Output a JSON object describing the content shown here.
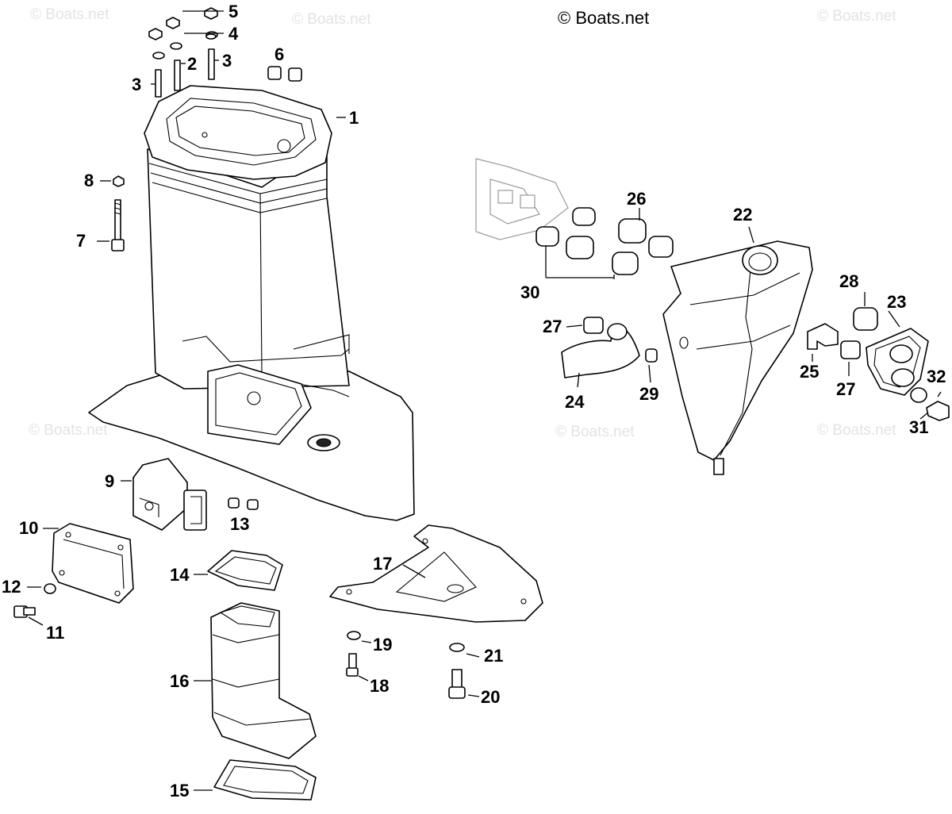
{
  "copyright": "© Boats.net",
  "watermark": "© Boats.net",
  "callouts": [
    "1",
    "2",
    "3",
    "3",
    "4",
    "5",
    "6",
    "7",
    "8",
    "9",
    "10",
    "11",
    "12",
    "13",
    "14",
    "15",
    "16",
    "17",
    "18",
    "19",
    "20",
    "21",
    "22",
    "23",
    "24",
    "25",
    "26",
    "27",
    "27",
    "28",
    "29",
    "30",
    "31",
    "32"
  ]
}
